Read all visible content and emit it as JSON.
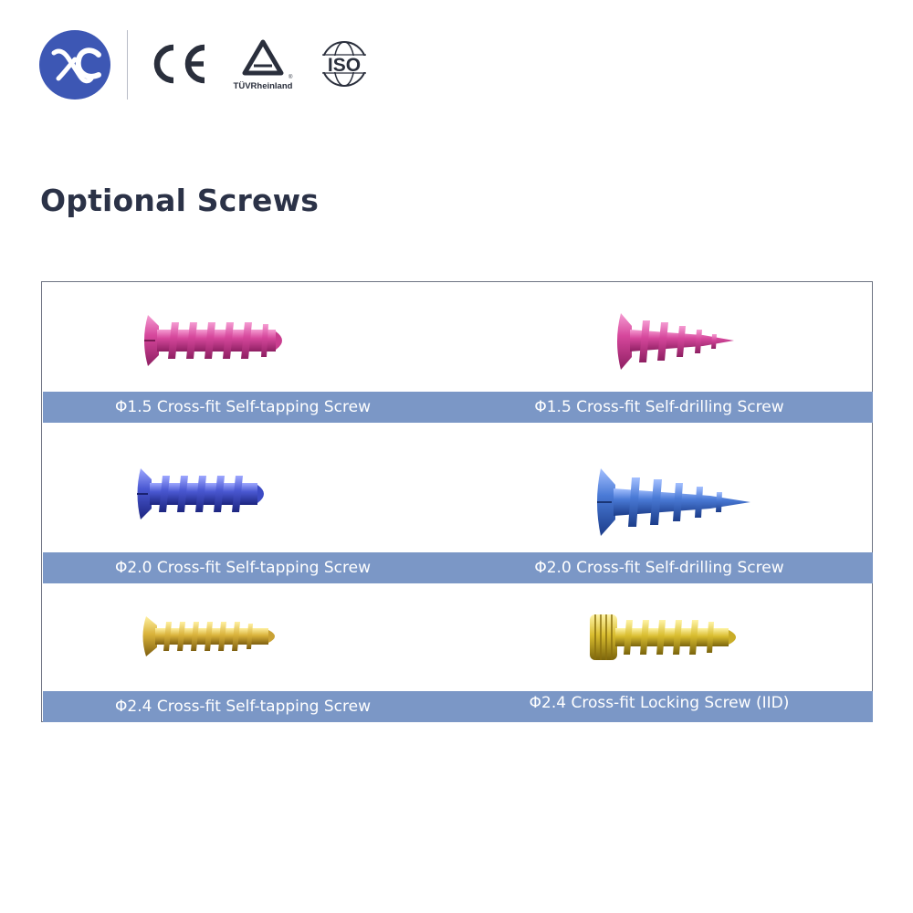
{
  "header": {
    "logo_text": "XC",
    "cert_marks": [
      "CE",
      "TÜVRheinland",
      "ISO"
    ]
  },
  "page_title": "Optional Screws",
  "screws": [
    {
      "label": "Φ1.5 Cross-fit Self-tapping Screw",
      "color": "#d6479c"
    },
    {
      "label": "Φ1.5 Cross-fit Self-drilling Screw",
      "color": "#d6479c"
    },
    {
      "label": "Φ2.0 Cross-fit Self-tapping Screw",
      "color": "#4a58d2"
    },
    {
      "label": "Φ2.0 Cross-fit Self-drilling Screw",
      "color": "#4a7ad6"
    },
    {
      "label": "Φ2.4 Cross-fit Self-tapping Screw",
      "color": "#d9b23a"
    },
    {
      "label": "Φ2.4 Cross-fit Locking Screw (IID)",
      "color": "#d9bd2f"
    }
  ],
  "colors": {
    "caption_bar": "#7b97c6",
    "logo_blue": "#3d57b4",
    "title_text": "#2b3247"
  }
}
